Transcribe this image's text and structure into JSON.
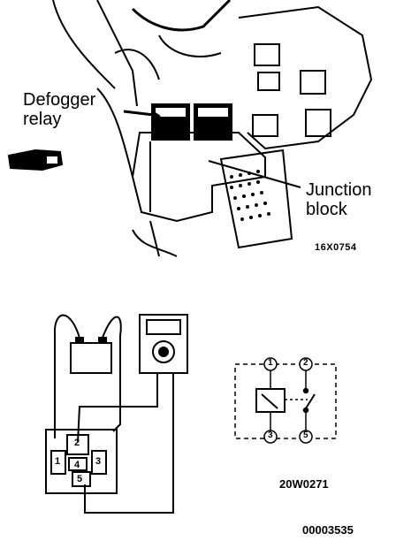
{
  "top_figure": {
    "label_defogger_line1": "Defogger",
    "label_defogger_line2": "relay",
    "label_junction_line1": "Junction",
    "label_junction_line2": "block",
    "code": "16X0754"
  },
  "test_figure": {
    "relay_pins": [
      "1",
      "2",
      "3",
      "4",
      "5"
    ],
    "diagram_pins": [
      "1",
      "2",
      "3",
      "5"
    ],
    "code": "20W0271"
  },
  "footer_code": "00003535"
}
